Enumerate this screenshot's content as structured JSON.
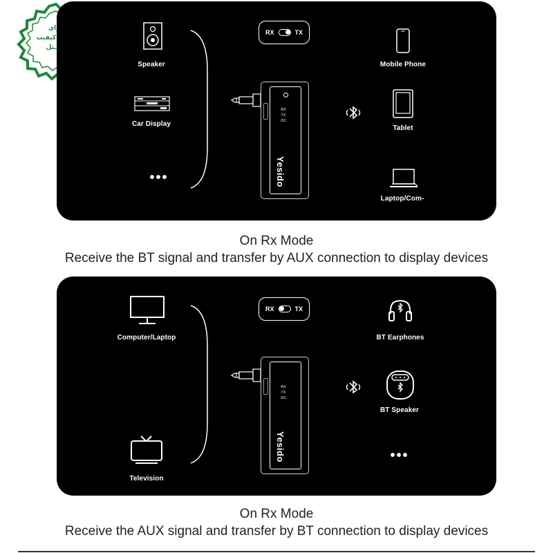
{
  "seal": {
    "line1": "دارای",
    "line2": "تاییدیه کیفیت",
    "line3": "جیـــتل",
    "color": "#1a8a3a"
  },
  "panel1": {
    "toggle": {
      "rx": "RX",
      "tx": "TX"
    },
    "device": {
      "indicators": [
        "◦RX",
        "◦TX",
        "◦DC"
      ],
      "brand": "Yesido"
    },
    "left_devices": [
      {
        "label": "Speaker",
        "icon": "speaker-icon"
      },
      {
        "label": "Car Display",
        "icon": "car-display-icon"
      }
    ],
    "left_more": "•••",
    "right_devices": [
      {
        "label": "Mobile Phone",
        "icon": "mobile-phone-icon"
      },
      {
        "label": "Tablet",
        "icon": "tablet-icon"
      },
      {
        "label": "Laptop/Com-",
        "icon": "laptop-icon"
      }
    ],
    "bluetooth_icon": "bluetooth-signal-icon"
  },
  "caption1": {
    "title": "On Rx Mode",
    "subtitle": "Receive the BT signal and transfer by AUX connection to display devices"
  },
  "panel2": {
    "toggle": {
      "rx": "RX",
      "tx": "TX"
    },
    "device": {
      "indicators": [
        "◦RX",
        "◦TX",
        "◦DC"
      ],
      "brand": "Yesido"
    },
    "left_devices": [
      {
        "label": "Computer/Laptop",
        "icon": "monitor-icon"
      },
      {
        "label": "Television",
        "icon": "television-icon"
      }
    ],
    "right_devices": [
      {
        "label": "BT Earphones",
        "icon": "headphones-icon"
      },
      {
        "label": "BT Speaker",
        "icon": "bt-speaker-icon"
      }
    ],
    "right_more": "•••",
    "bluetooth_icon": "bluetooth-signal-icon"
  },
  "caption2": {
    "title": "On Rx Mode",
    "subtitle": "Receive the AUX signal and transfer by BT connection to display devices"
  }
}
